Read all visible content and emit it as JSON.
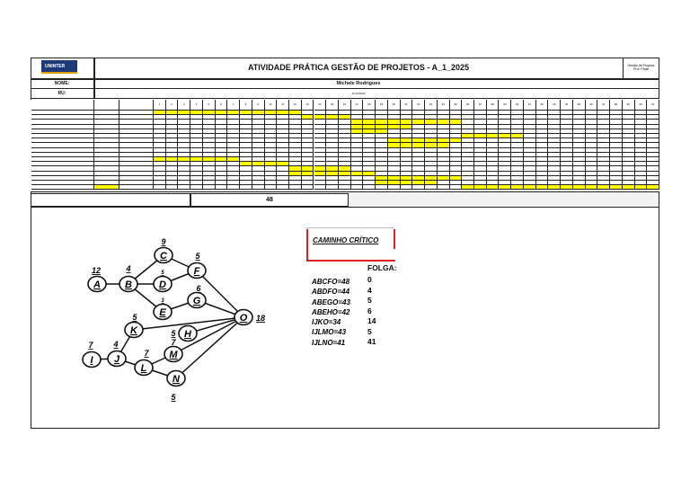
{
  "header": {
    "logo": "UNINTER",
    "title": "ATIVIDADE PRÁTICA GESTÃO DE PROJETOS - A_1_2025",
    "right_line1": "Gestão de Projetos",
    "right_line2": "Prof. Pivati"
  },
  "fields": {
    "name_label": "NOME:",
    "name_value": "Michele Rodrigues",
    "ru_label": "RU:",
    "ru_value": "11/10/2000"
  },
  "gantt": {
    "days": 41,
    "highlight_color": "#ffff00",
    "rows": [
      [
        1,
        12
      ],
      [
        13,
        16
      ],
      [
        17,
        25
      ],
      [
        17,
        21
      ],
      [
        17,
        19
      ],
      [
        26,
        30
      ],
      [
        20,
        25
      ],
      [
        20,
        24
      ],
      null,
      null,
      [
        1,
        7
      ],
      [
        8,
        11
      ],
      [
        12,
        16
      ],
      [
        12,
        18
      ],
      [
        19,
        25
      ],
      [
        19,
        23
      ],
      [
        26,
        43
      ]
    ],
    "last_row_duration_highlight": true
  },
  "summary": {
    "total": "48"
  },
  "network": {
    "nodes": [
      {
        "id": "A",
        "d": "12"
      },
      {
        "id": "B",
        "d": "4"
      },
      {
        "id": "C",
        "d": "9"
      },
      {
        "id": "D",
        "d": "5"
      },
      {
        "id": "E",
        "d": "3"
      },
      {
        "id": "F",
        "d": "5"
      },
      {
        "id": "G",
        "d": "6"
      },
      {
        "id": "O",
        "d": "18"
      },
      {
        "id": "K",
        "d": "5"
      },
      {
        "id": "H",
        "d": "5"
      },
      {
        "id": "M",
        "d": "7"
      },
      {
        "id": "I",
        "d": "7"
      },
      {
        "id": "J",
        "d": "4"
      },
      {
        "id": "L",
        "d": "7"
      },
      {
        "id": "N",
        "d": "5"
      }
    ],
    "edges": [
      [
        "A",
        "B"
      ],
      [
        "B",
        "C"
      ],
      [
        "B",
        "D"
      ],
      [
        "B",
        "E"
      ],
      [
        "C",
        "F"
      ],
      [
        "D",
        "F"
      ],
      [
        "E",
        "G"
      ],
      [
        "F",
        "O"
      ],
      [
        "G",
        "O"
      ],
      [
        "K",
        "O"
      ],
      [
        "H",
        "O"
      ],
      [
        "M",
        "O"
      ],
      [
        "N",
        "O"
      ],
      [
        "I",
        "J"
      ],
      [
        "J",
        "K"
      ],
      [
        "J",
        "L"
      ],
      [
        "L",
        "M"
      ],
      [
        "L",
        "N"
      ]
    ]
  },
  "critical": {
    "title": "CAMINHO CRÍTICO",
    "folga_label": "FOLGA:",
    "paths": [
      {
        "path": "ABCFO=48",
        "folga": "0"
      },
      {
        "path": "ABDFO=44",
        "folga": "4"
      },
      {
        "path": "ABEGO=43",
        "folga": "5"
      },
      {
        "path": "ABEHO=42",
        "folga": "6"
      },
      {
        "path": "IJKO=34",
        "folga": "14"
      },
      {
        "path": "IJLMO=43",
        "folga": "5"
      },
      {
        "path": "IJLNO=41",
        "folga": "41"
      }
    ]
  }
}
